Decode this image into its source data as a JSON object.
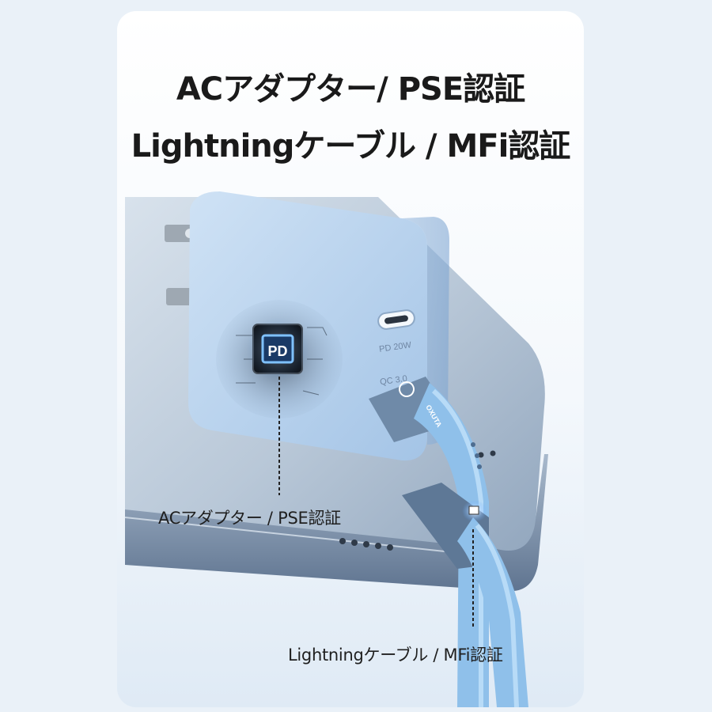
{
  "headline": {
    "line1": "ACアダプター/ PSE認証",
    "line2": "Lightningケーブル / MFi認証"
  },
  "labels": {
    "adapter": "ACアダプター / PSE認証",
    "cable": "Lightningケーブル / MFi認証"
  },
  "product": {
    "chip_text": "PD",
    "port_usb_c": "PD 20W",
    "port_usb_a": "QC 3.0",
    "brand": "OXUTA"
  },
  "colors": {
    "adapter_blue": "#b9d3ee",
    "cable_blue": "#8fc0ea",
    "phone_frame": "#9aaec6",
    "chip_glow": "#5ea8ff"
  }
}
